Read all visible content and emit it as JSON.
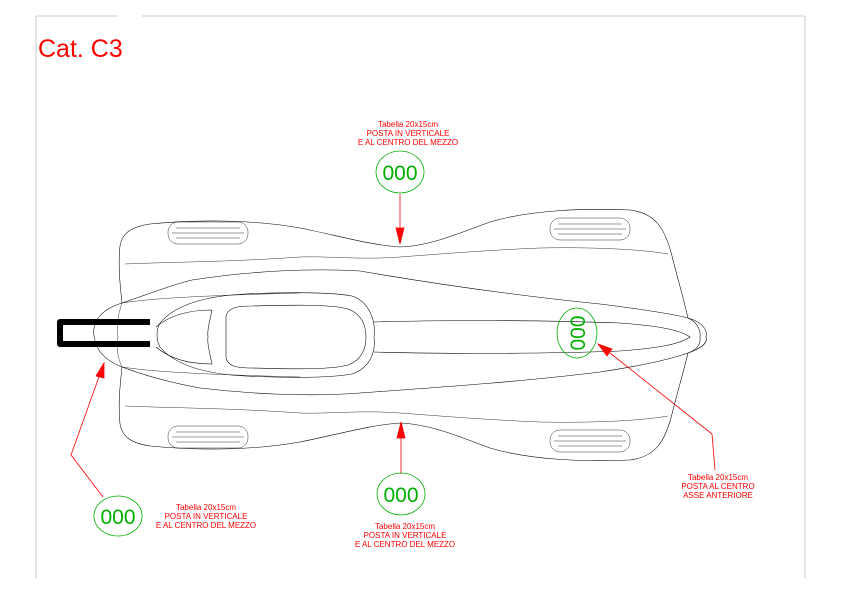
{
  "title": "Cat. C3",
  "colors": {
    "annotation": "#ff0000",
    "plate": "#00b000",
    "outline": "#000000",
    "frame": "#bbbbbb"
  },
  "plates": {
    "top": {
      "number": "000"
    },
    "front_axle": {
      "number": "000"
    },
    "bottom_center": {
      "number": "000"
    },
    "bottom_left": {
      "number": "000"
    }
  },
  "notes": {
    "top": [
      "Tabella 20x15cm",
      "POSTA IN VERTICALE",
      "E AL CENTRO DEL MEZZO"
    ],
    "front_axle": [
      "Tabella 20x15cm",
      "POSTA AL CENTRO",
      "ASSE ANTERIORE"
    ],
    "bottom_center": [
      "Tabella 20x15cm",
      "POSTA IN VERTICALE",
      "E AL CENTRO DEL MEZZO"
    ],
    "bottom_left": [
      "Tabella 20x15cm",
      "POSTA IN VERTICALE",
      "E AL CENTRO DEL MEZZO"
    ]
  }
}
